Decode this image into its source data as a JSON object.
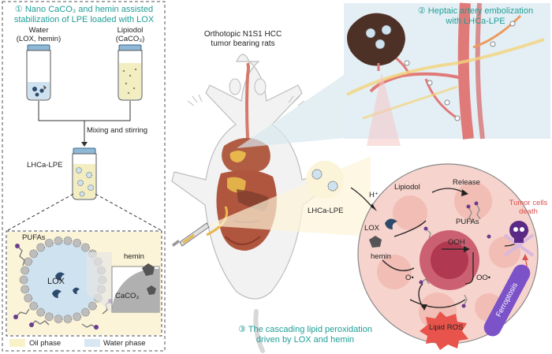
{
  "panel1": {
    "title_line1": "① Nano CaCO₃ and hemin assisted",
    "title_line2": "stabilization of LPE loaded with LOX",
    "water_line1": "Water",
    "water_line2": "(LOX, hemin)",
    "lipiodol_line1": "Lipiodol",
    "lipiodol_line2": "(CaCO₃)",
    "mixing": "Mixing and stirring",
    "lhca_lpe": "LHCa-LPE",
    "pufas": "PUFAs",
    "lox": "LOX",
    "hemin": "hemin",
    "caco3": "CaCO₃",
    "oil_phase": "Oil phase",
    "water_phase": "Water phase"
  },
  "center": {
    "title_line1": "Orthotopic N1S1 HCC",
    "title_line2": "tumor bearing rats"
  },
  "panel2": {
    "title_line1": "② Heptaic artery embolization",
    "title_line2": "with LHCa-LPE"
  },
  "panel3": {
    "title_line1": "③ The cascading lipid peroxidation",
    "title_line2": "driven by LOX and hemin",
    "lhca_lpe": "LHCa-LPE",
    "h_plus": "H⁺",
    "lipiodol": "Lipiodol",
    "release": "Release",
    "pufas": "PUFAs",
    "tumor_death_line1": "Tumor cells",
    "tumor_death_line2": "death",
    "lox": "LOX",
    "hemin": "hemin",
    "ooh": "OOH",
    "o_radical": "O•",
    "oo_radical": "OO•",
    "lipid_ros": "Lipid ROS",
    "ferroptosis": "Ferroptosis"
  },
  "colors": {
    "teal": "#1f9e96",
    "liver": "#5a3a2c",
    "vessel": "#e07a78",
    "ferroptosis": "#7b52c8",
    "ros_burst": "#e8534b",
    "skull": "#5b2a86"
  }
}
